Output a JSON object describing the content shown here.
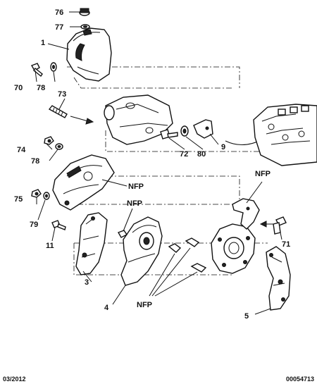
{
  "labels": {
    "p76": "76",
    "p77": "77",
    "p1": "1",
    "p70": "70",
    "p78a": "78",
    "p73": "73",
    "p72": "72",
    "p80": "80",
    "p9": "9",
    "p74": "74",
    "p78b": "78",
    "nfp1": "NFP",
    "nfp2": "NFP",
    "nfp3": "NFP",
    "nfp4": "NFP",
    "p75": "75",
    "p79": "79",
    "p11": "11",
    "p71": "71",
    "p3": "3",
    "p4": "4",
    "p5": "5"
  },
  "footer": {
    "date": "03/2012",
    "code": "00054713"
  }
}
